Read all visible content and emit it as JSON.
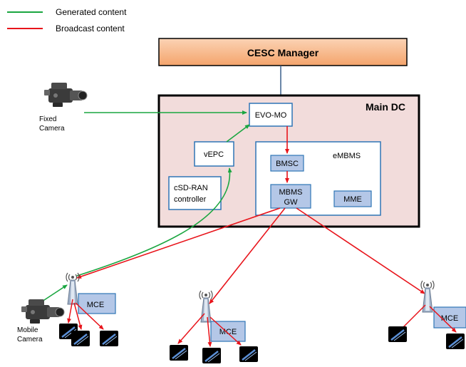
{
  "legend": {
    "generated_label": "Generated content",
    "broadcast_label": "Broadcast content"
  },
  "nodes": {
    "cesc_manager": "CESC Manager",
    "main_dc": "Main DC",
    "evo_mo": "EVO-MO",
    "vepc": "vEPC",
    "embms": "eMBMS",
    "bmsc": "BMSC",
    "mbms_gw_line1": "MBMS",
    "mbms_gw_line2": "GW",
    "mme": "MME",
    "csdran_line1": "cSD-RAN",
    "csdran_line2": "controller",
    "mce": "MCE"
  },
  "cameras": {
    "fixed_line1": "Fixed",
    "fixed_line2": "Camera",
    "mobile_line1": "Mobile",
    "mobile_line2": "Camera"
  },
  "colors": {
    "generated": "#1aa640",
    "broadcast": "#e8141b",
    "cesc_fill": "#f6b183",
    "dc_fill": "#f2dcdb",
    "node_border": "#2e75b6",
    "node_fill_blue": "#b4c7e7",
    "dark_line": "#385d8a"
  }
}
